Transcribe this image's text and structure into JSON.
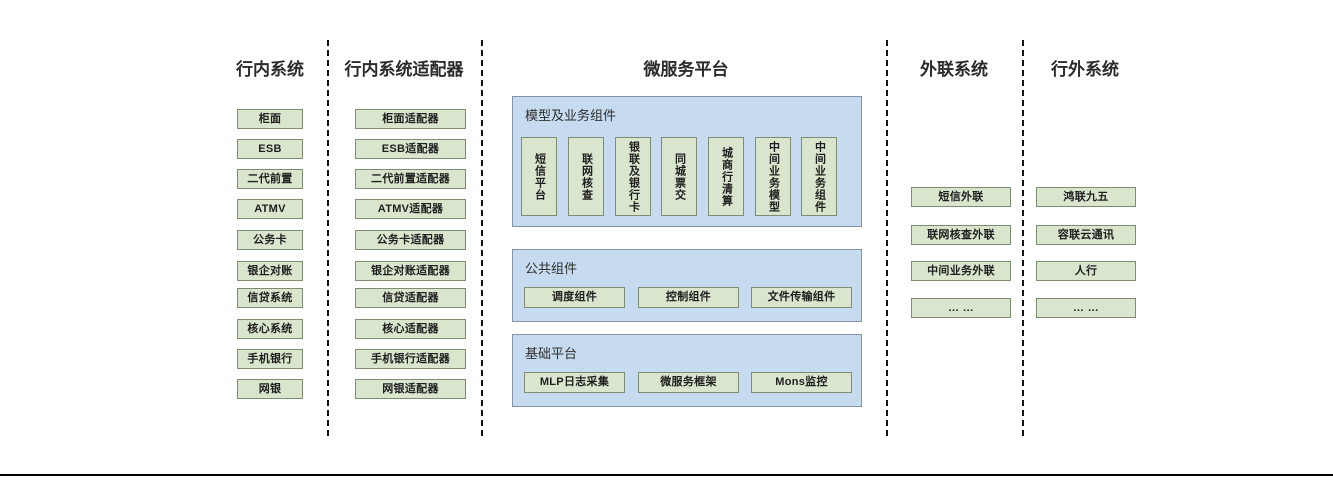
{
  "diagram": {
    "columns": [
      {
        "id": "internal-systems",
        "title": "行内系统",
        "items": [
          "柜面",
          "ESB",
          "二代前置",
          "ATMV",
          "公务卡",
          "银企对账",
          "信贷系统",
          "核心系统",
          "手机银行",
          "网银"
        ]
      },
      {
        "id": "internal-adapters",
        "title": "行内系统适配器",
        "items": [
          "柜面适配器",
          "ESB适配器",
          "二代前置适配器",
          "ATMV适配器",
          "公务卡适配器",
          "银企对账适配器",
          "信贷适配器",
          "核心适配器",
          "手机银行适配器",
          "网银适配器"
        ]
      },
      {
        "id": "external-link-systems",
        "title": "外联系统",
        "items": [
          "短信外联",
          "联网核查外联",
          "中间业务外联",
          "… …"
        ]
      },
      {
        "id": "outside-bank-systems",
        "title": "行外系统",
        "items": [
          "鸿联九五",
          "容联云通讯",
          "人行",
          "… …"
        ]
      }
    ],
    "platform": {
      "title": "微服务平台",
      "panels": [
        {
          "id": "model-business-components",
          "label": "模型及业务组件",
          "orientation": "vertical",
          "items": [
            "短信平台",
            "联网核查",
            "银联及银行卡",
            "同城票交",
            "城商行清算",
            "中间业务模型",
            "中间业务组件"
          ]
        },
        {
          "id": "public-components",
          "label": "公共组件",
          "orientation": "horizontal",
          "items": [
            "调度组件",
            "控制组件",
            "文件传输组件"
          ]
        },
        {
          "id": "base-platform",
          "label": "基础平台",
          "orientation": "horizontal",
          "items": [
            "MLP日志采集",
            "微服务框架",
            "Mons监控"
          ]
        }
      ]
    },
    "colors": {
      "box_fill": "#d9e6cd",
      "box_border": "#7d8c73",
      "panel_fill": "#c6dbf0",
      "panel_border": "#8193a4",
      "divider": "#111111",
      "text": "#1f1f1f"
    }
  }
}
